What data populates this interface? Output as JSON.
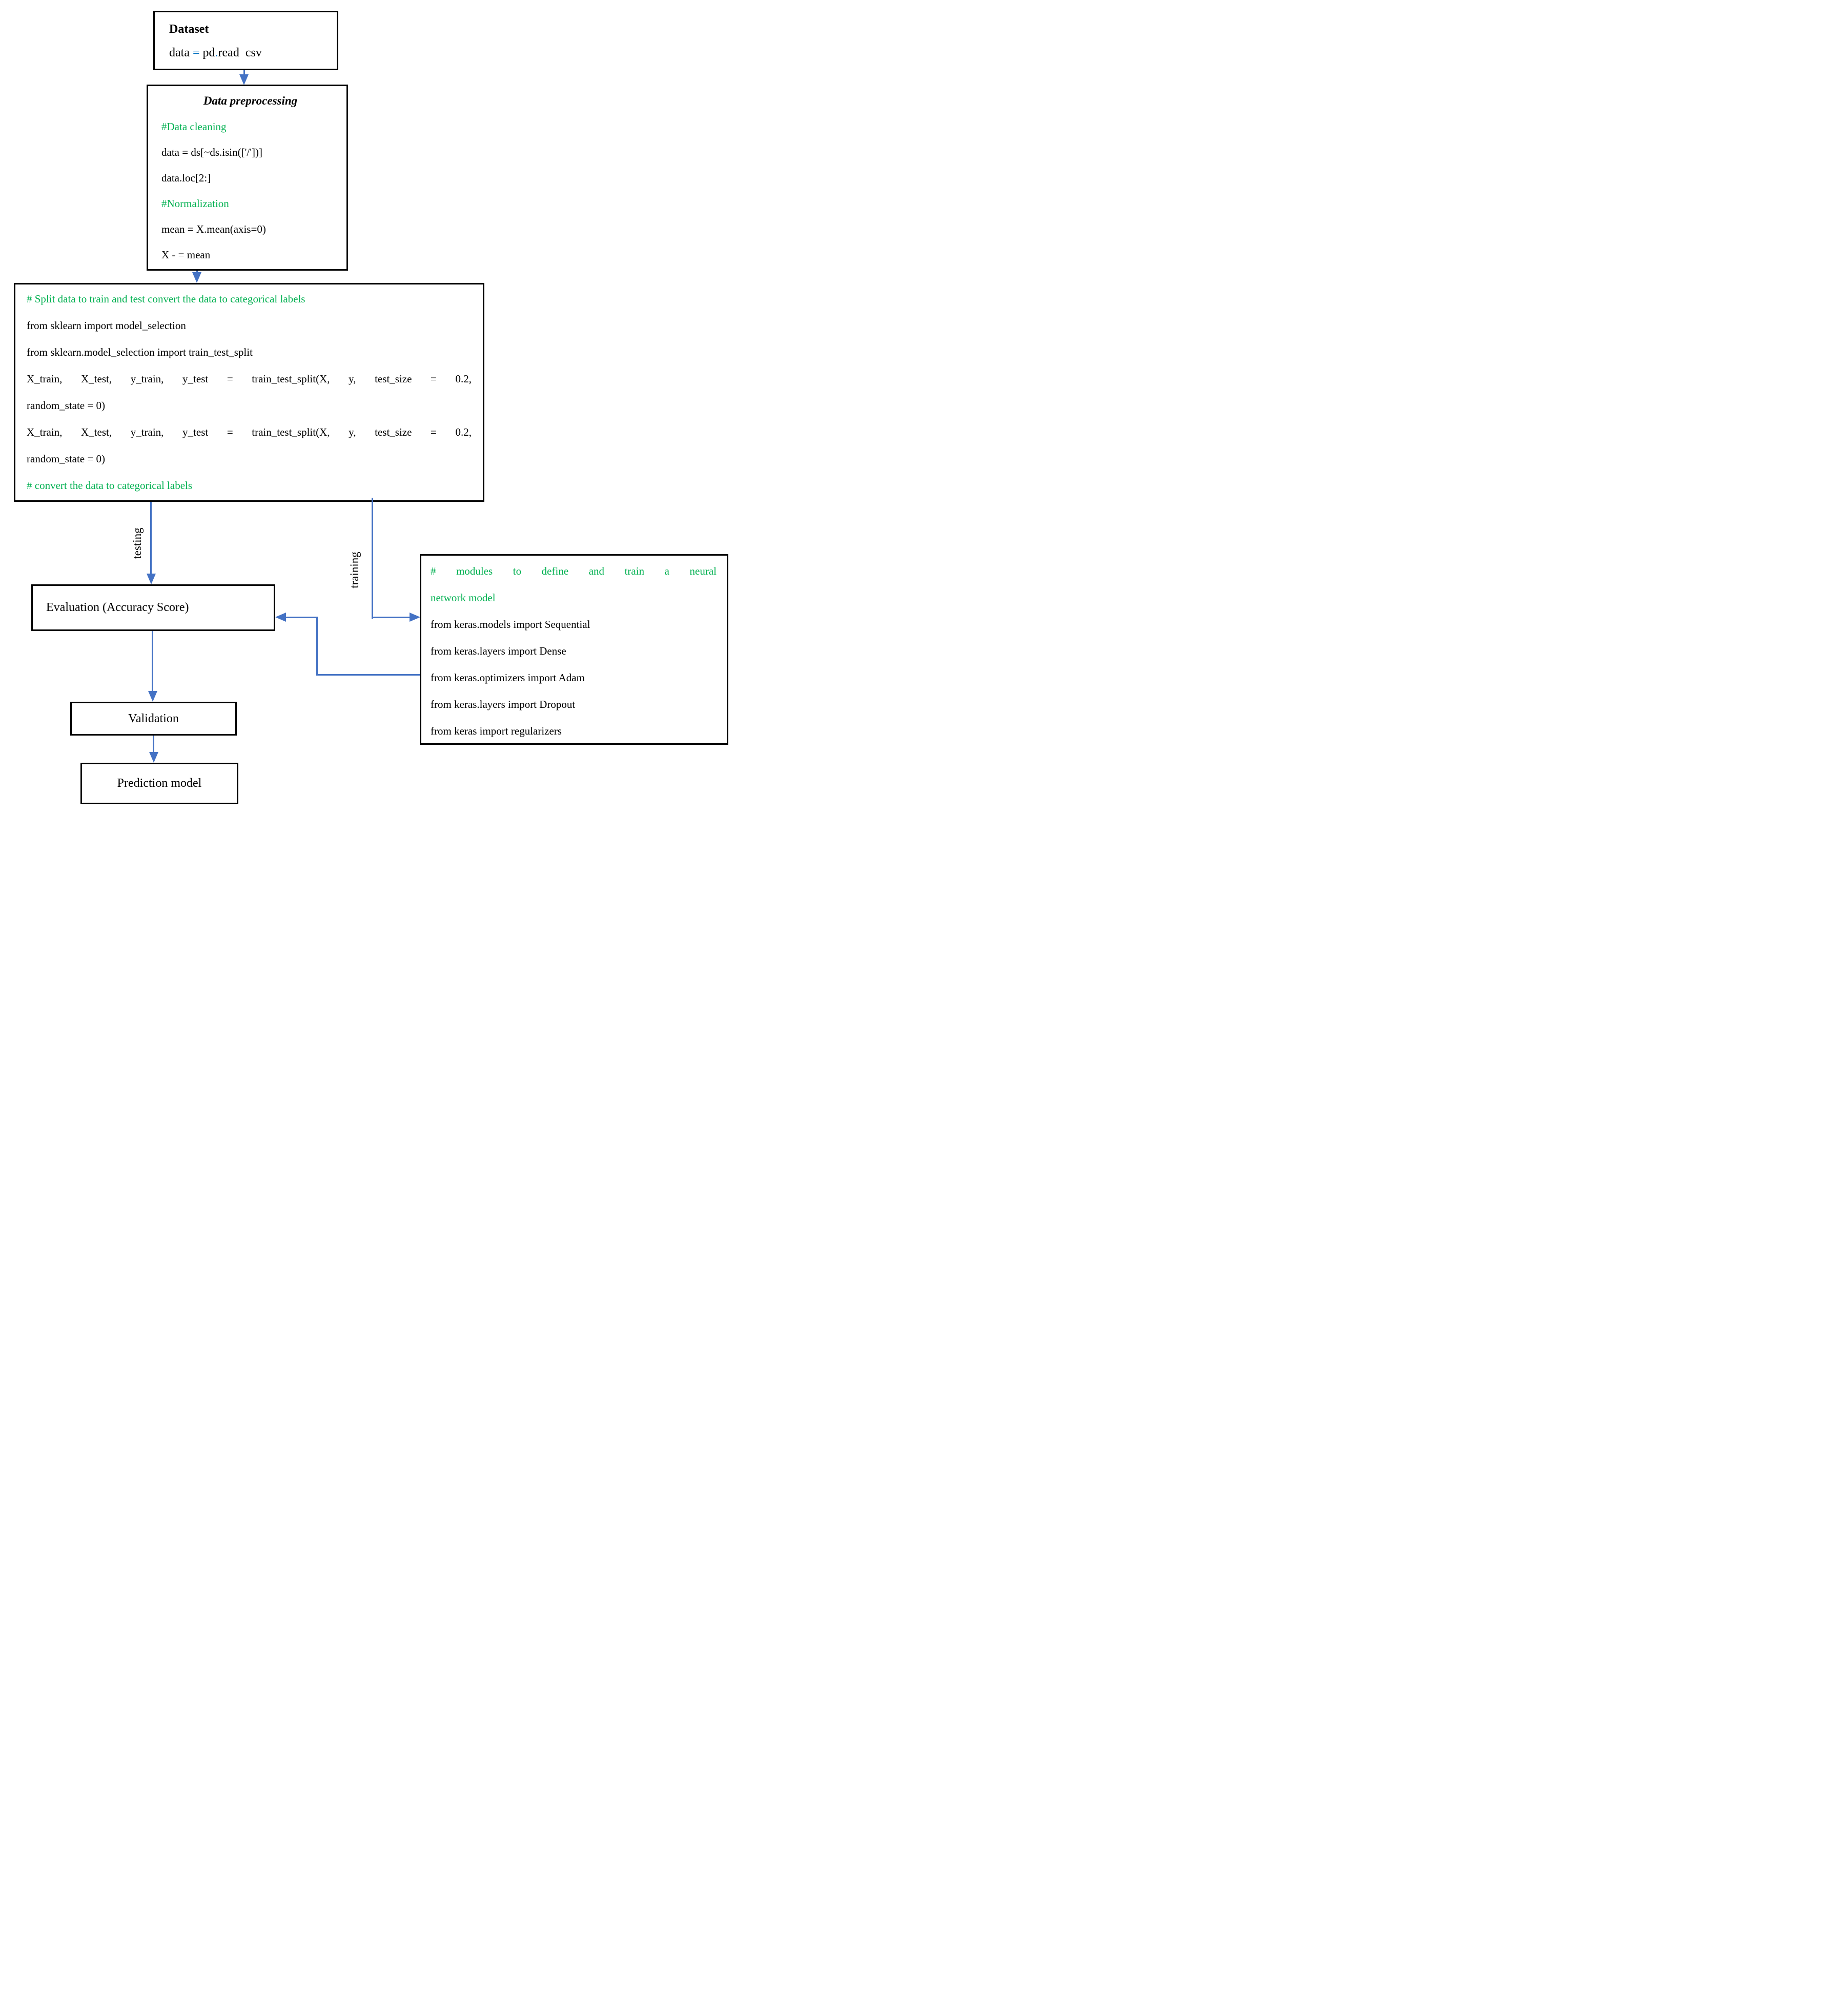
{
  "colors": {
    "comment_green": "#00B050",
    "arrow_blue": "#4472C4",
    "code_blue": "#0070C0",
    "box_border": "#000000"
  },
  "boxes": {
    "dataset": {
      "title": "Dataset",
      "code": {
        "pre": "data ",
        "eq": "=",
        "mid": " pd",
        "dot": ".",
        "post": "read  csv"
      }
    },
    "preprocessing": {
      "title": "Data preprocessing",
      "lines": [
        {
          "text": "#Data cleaning"
        },
        {
          "text": "data = ds[~ds.isin(['/'])]"
        },
        {
          "text": "data.loc[2:]"
        },
        {
          "text": "#Normalization"
        },
        {
          "text": "mean = X.mean(axis=0)"
        },
        {
          "text": "X - = mean"
        }
      ]
    },
    "split": {
      "lines": [
        {
          "text": "# Split data to train and test convert the data to categorical labels"
        },
        {
          "text": "from sklearn import model_selection"
        },
        {
          "text": "from sklearn.model_selection import train_test_split"
        },
        {
          "text": "X_train, X_test, y_train, y_test = train_test_split(X, y, test_size = 0.2,"
        },
        {
          "text": "random_state = 0)"
        },
        {
          "text": "X_train, X_test, y_train, y_test = train_test_split(X, y, test_size = 0.2,"
        },
        {
          "text": "random_state = 0)"
        },
        {
          "text": "# convert the data to categorical labels"
        }
      ]
    },
    "evaluation": {
      "label": "Evaluation (Accuracy Score)"
    },
    "validation": {
      "label": "Validation"
    },
    "prediction": {
      "label": "Prediction model"
    },
    "keras": {
      "lines": [
        {
          "text": "# modules to define and train a neural"
        },
        {
          "text": "network model"
        },
        {
          "text": "from keras.models import Sequential"
        },
        {
          "text": "from keras.layers import Dense"
        },
        {
          "text": "from keras.optimizers import Adam"
        },
        {
          "text": "from keras.layers import Dropout"
        },
        {
          "text": "from keras import regularizers"
        }
      ]
    }
  },
  "edges": {
    "testing_label": "testing",
    "training_label": "training"
  }
}
